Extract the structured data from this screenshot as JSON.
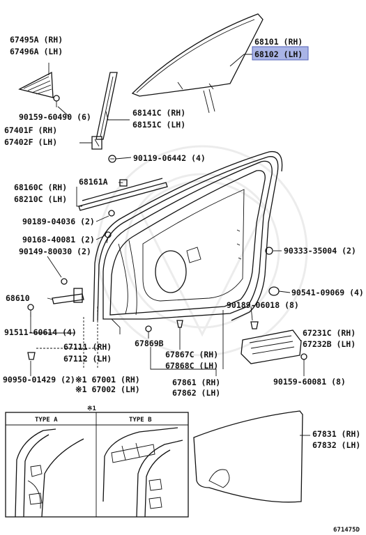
{
  "parts": {
    "p68101": "68101 (RH)",
    "p68102": "68102 (LH)",
    "p67495a": "67495A (RH)",
    "p67496a": "67496A (LH)",
    "p90159_60490": "90159-60490 (6)",
    "p68141c": "68141C (RH)",
    "p68151c": "68151C (LH)",
    "p67401f": "67401F (RH)",
    "p67402f": "67402F (LH)",
    "p90119": "90119-06442 (4)",
    "p68161a": "68161A",
    "p68160c": "68160C (RH)",
    "p68210c": "68210C (LH)",
    "p90189_04036": "90189-04036 (2)",
    "p90168": "90168-40081 (2)",
    "p90149": "90149-80030 (2)",
    "p90333": "90333-35004 (2)",
    "p68610": "68610",
    "p90541": "90541-09069 (4)",
    "p90189_06018": "90189-06018 (8)",
    "p91511": "91511-60614 (4)",
    "p67231c": "67231C (RH)",
    "p67232b": "67232B (LH)",
    "p67111": "67111 (RH)",
    "p67112": "67112 (LH)",
    "p67869b": "67869B",
    "p67867c": "67867C (RH)",
    "p67868c": "67868C (LH)",
    "p90950": "90950-01429 (2)",
    "p67001": "※1 67001 (RH)",
    "p67002": "※1 67002 (LH)",
    "p67861": "67861 (RH)",
    "p67862": "67862 (LH)",
    "p90159_60081": "90159-60081 (8)",
    "p67831": "67831 (RH)",
    "p67832": "67832 (LH)"
  },
  "inset": {
    "marker": "※1",
    "type_a": "TYPE  A",
    "type_b": "TYPE  B"
  },
  "figure_id": "671475D",
  "highlight_color": "#a9b4e6"
}
